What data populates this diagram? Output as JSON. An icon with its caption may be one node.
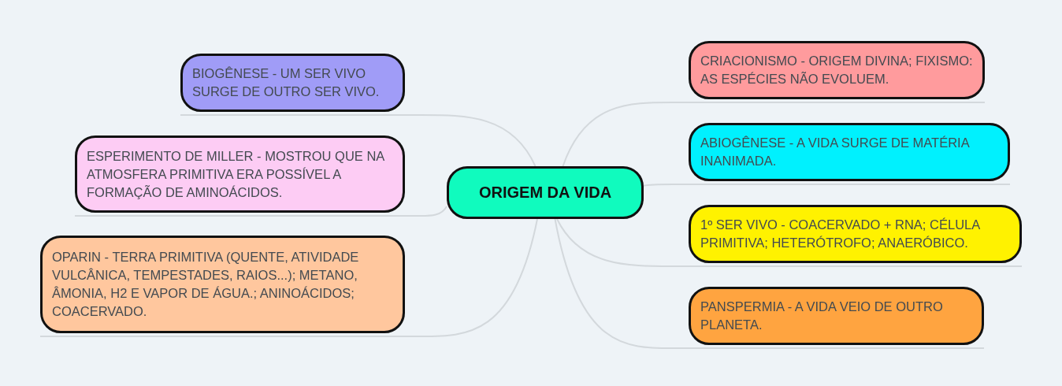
{
  "diagram": {
    "nodes": [
      {
        "text": [
          "ORIGEM DA VIDA"
        ]
      },
      {
        "text": [
          "BIOGÊNESE - UM SER VIVO SURGE DE OUTRO SER VIVO."
        ]
      },
      {
        "text": [
          "ESPERIMENTO DE MILLER - MOSTROU QUE NA ATMOSFERA PRIMITIVA ERA POSSÍVEL A FORMAÇÃO DE AMINOÁCIDOS."
        ]
      },
      {
        "text": [
          "OPARIN - TERRA PRIMITIVA (QUENTE, ATIVIDADE VULCÂNICA, TEMPESTADES, RAIOS...); METANO, ÂMONIA, H2 E VAPOR DE ÁGUA.; ANINOÁCIDOS; COACERVADO."
        ]
      },
      {
        "text": [
          "CRIACIONISMO - ORIGEM DIVINA; FIXISMO: AS ESPÉCIES NÃO EVOLUEM."
        ]
      },
      {
        "text": [
          "ABIOGÊNESE - A VIDA SURGE DE MATÉRIA INANIMADA."
        ]
      },
      {
        "text": [
          "1º SER VIVO - COACERVADO + RNA; CÉLULA PRIMITIVA; HETERÓTROFO; ANAERÓBICO."
        ]
      },
      {
        "text": [
          "PANSPERMIA - A VIDA VEIO DE OUTRO PLANETA."
        ]
      }
    ],
    "edges": [
      {
        "from": 0,
        "to": 1,
        "arrow": "none"
      },
      {
        "from": 0,
        "to": 2,
        "arrow": "none"
      },
      {
        "from": 0,
        "to": 3,
        "arrow": "none"
      },
      {
        "from": 0,
        "to": 4,
        "arrow": "none"
      },
      {
        "from": 0,
        "to": 5,
        "arrow": "none"
      },
      {
        "from": 0,
        "to": 6,
        "arrow": "none"
      },
      {
        "from": 0,
        "to": 7,
        "arrow": "none"
      }
    ]
  }
}
